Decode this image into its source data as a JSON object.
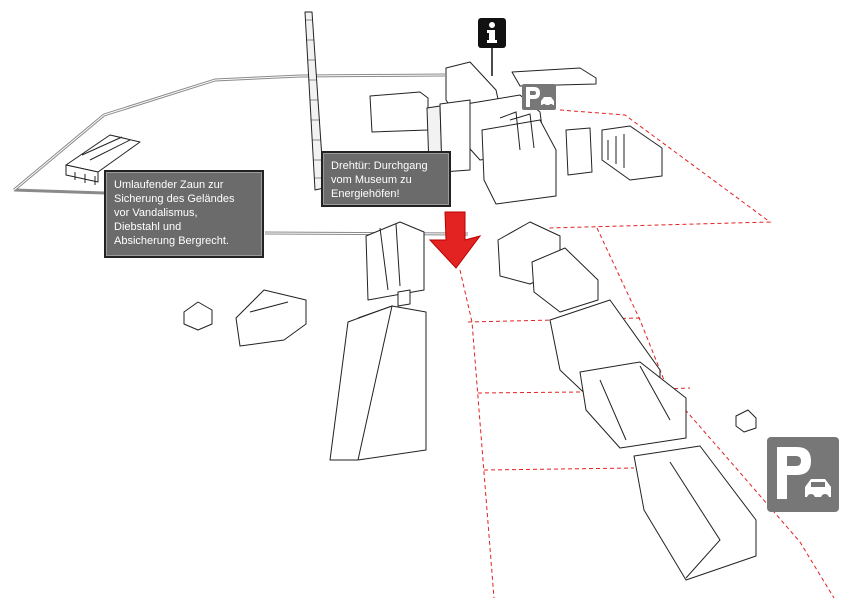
{
  "map": {
    "background": "#ffffff",
    "accent_red": "#e32222",
    "callout_bg": "#6b6b6b",
    "parking_bg": "#777777"
  },
  "callouts": {
    "fence": {
      "lines": [
        "Umlaufender Zaun zur",
        "Sicherung des Geländes",
        "vor Vandalismus,",
        "Diebstahl und",
        "Absicherung Bergrecht."
      ]
    },
    "revolving_door": {
      "lines": [
        "Drehtür: Durchgang",
        "vom Museum zu",
        "Energiehöfen!"
      ]
    }
  },
  "icons": {
    "info": "info-icon",
    "parking": "parking-car-icon",
    "arrow": "red-down-arrow-icon"
  }
}
